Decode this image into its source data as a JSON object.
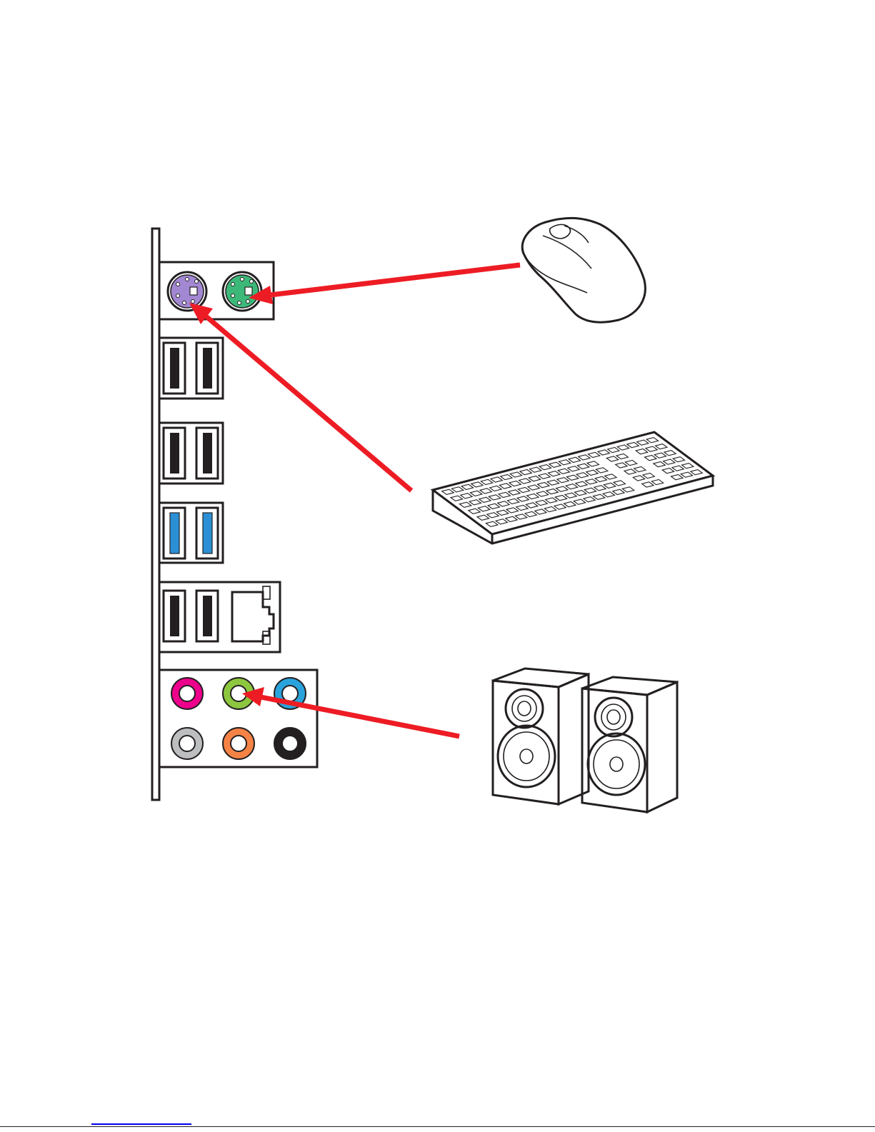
{
  "colors": {
    "ink": "#231f20",
    "arrow": "#ed1c24",
    "ps2_mouse": "#3cb878",
    "ps2_keyboard": "#a287d2",
    "usb3": "#2b8fd6",
    "usb2": "#231f20",
    "audio_pink": "#ec008c",
    "audio_lime": "#8dc63f",
    "audio_blue": "#29a3dc",
    "audio_gray": "#bcbec0",
    "audio_orange": "#f58345",
    "audio_black": "#231f20"
  },
  "io_panel": {
    "ps2_ports": [
      {
        "name": "ps2-keyboard-port",
        "color_key": "ps2_keyboard"
      },
      {
        "name": "ps2-mouse-port",
        "color_key": "ps2_mouse"
      }
    ],
    "usb_groups": [
      {
        "type": "usb2",
        "count": 2
      },
      {
        "type": "usb2",
        "count": 2
      },
      {
        "type": "usb3",
        "count": 2
      },
      {
        "type": "usb2",
        "count": 2,
        "with_lan": true
      }
    ],
    "audio_jacks": [
      {
        "color_key": "audio_pink"
      },
      {
        "color_key": "audio_lime"
      },
      {
        "color_key": "audio_blue"
      },
      {
        "color_key": "audio_gray"
      },
      {
        "color_key": "audio_orange"
      },
      {
        "color_key": "audio_black"
      }
    ]
  },
  "devices": [
    {
      "name": "mouse",
      "icon": "mouse-icon",
      "connects_to": "ps2-mouse-port"
    },
    {
      "name": "keyboard",
      "icon": "keyboard-icon",
      "connects_to": "ps2-keyboard-port"
    },
    {
      "name": "speakers",
      "icon": "speakers-icon",
      "connects_to": "line-out-jack"
    }
  ]
}
